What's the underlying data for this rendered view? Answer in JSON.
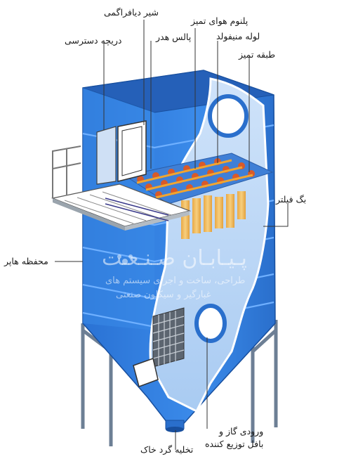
{
  "labels": {
    "diaphragm_valve": "شیر دیافراگمی",
    "clean_air_plenum": "پلنوم هوای تمیز",
    "access_door": "دریچه دسترسی",
    "pulse_header": "پالس هدر",
    "manifold_pipe": "لوله منیفولد",
    "clean_floor": "طبقه تمیز",
    "bag_filter": "بگ فیلتر",
    "hopper_enclosure": "محفظه هاپر",
    "gas_inlet_line1": "ورودی گاز و",
    "gas_inlet_line2": "بافل توزیع کننده",
    "dust_discharge": "تخلیه گرد خاک"
  },
  "watermark": {
    "brand": "پـیـابـان صـنـعـت",
    "line1": "طراحی، ساخت و اجرای سیستم های",
    "line2": "غبارگیر و سیکلون صنعتی"
  },
  "colors": {
    "body_blue": "#2f7fe0",
    "body_dark": "#1f5fb8",
    "interior": "#b9d6f6",
    "bag": "#f2b95a",
    "cut_white": "#ffffff"
  }
}
